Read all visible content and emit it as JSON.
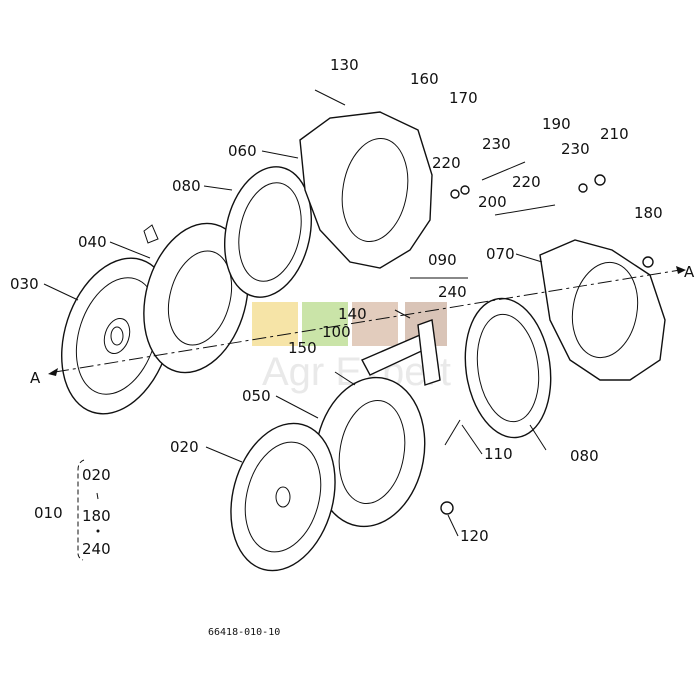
{
  "diagram": {
    "title_code": "66418-010-10",
    "watermark": "Agr Expert",
    "view_marker": "A",
    "part_labels": [
      "130",
      "160",
      "170",
      "060",
      "220",
      "230",
      "190",
      "230",
      "210",
      "220",
      "200",
      "180",
      "080",
      "040",
      "090",
      "240",
      "070",
      "030",
      "140",
      "100",
      "150",
      "050",
      "110",
      "080",
      "020",
      "120"
    ],
    "assembly": {
      "parent": "010",
      "children": [
        "020",
        "180",
        "240"
      ]
    },
    "watermark_colors": [
      "#f3dc8a",
      "#b9dc8c",
      "#d9bca8",
      "#cdb1a0"
    ]
  }
}
